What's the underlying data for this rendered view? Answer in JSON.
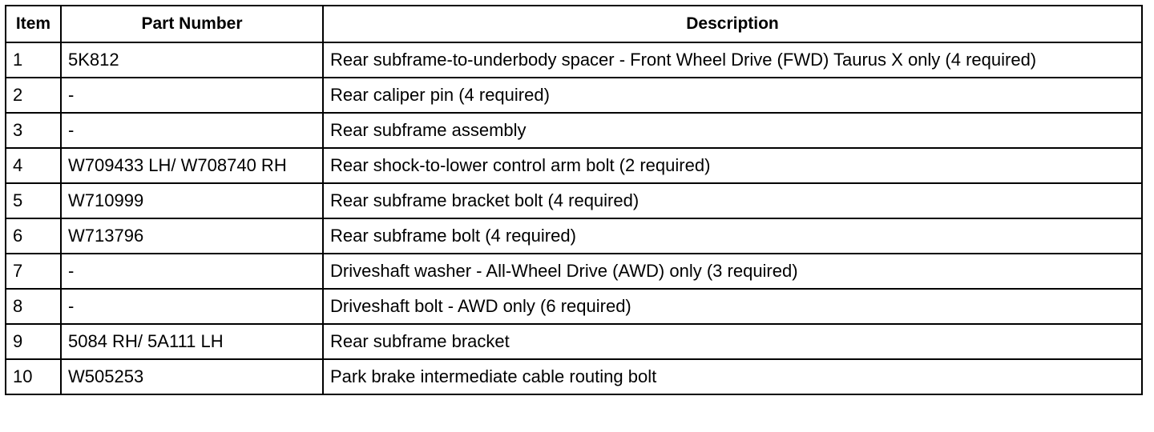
{
  "table": {
    "columns": [
      "Item",
      "Part Number",
      "Description"
    ],
    "rows": [
      {
        "item": "1",
        "part_number": "5K812",
        "description": "Rear subframe-to-underbody spacer - Front Wheel Drive (FWD) Taurus X only (4 required)"
      },
      {
        "item": "2",
        "part_number": "-",
        "description": "Rear caliper pin (4 required)"
      },
      {
        "item": "3",
        "part_number": "-",
        "description": "Rear subframe assembly"
      },
      {
        "item": "4",
        "part_number": "W709433 LH/ W708740 RH",
        "description": "Rear shock-to-lower control arm bolt (2 required)"
      },
      {
        "item": "5",
        "part_number": "W710999",
        "description": "Rear subframe bracket bolt (4 required)"
      },
      {
        "item": "6",
        "part_number": "W713796",
        "description": "Rear subframe bolt (4 required)"
      },
      {
        "item": "7",
        "part_number": "-",
        "description": "Driveshaft washer - All-Wheel Drive (AWD) only (3 required)"
      },
      {
        "item": "8",
        "part_number": "-",
        "description": "Driveshaft bolt - AWD only (6 required)"
      },
      {
        "item": "9",
        "part_number": "5084 RH/ 5A111 LH",
        "description": "Rear subframe bracket"
      },
      {
        "item": "10",
        "part_number": "W505253",
        "description": "Park brake intermediate cable routing bolt"
      }
    ]
  }
}
